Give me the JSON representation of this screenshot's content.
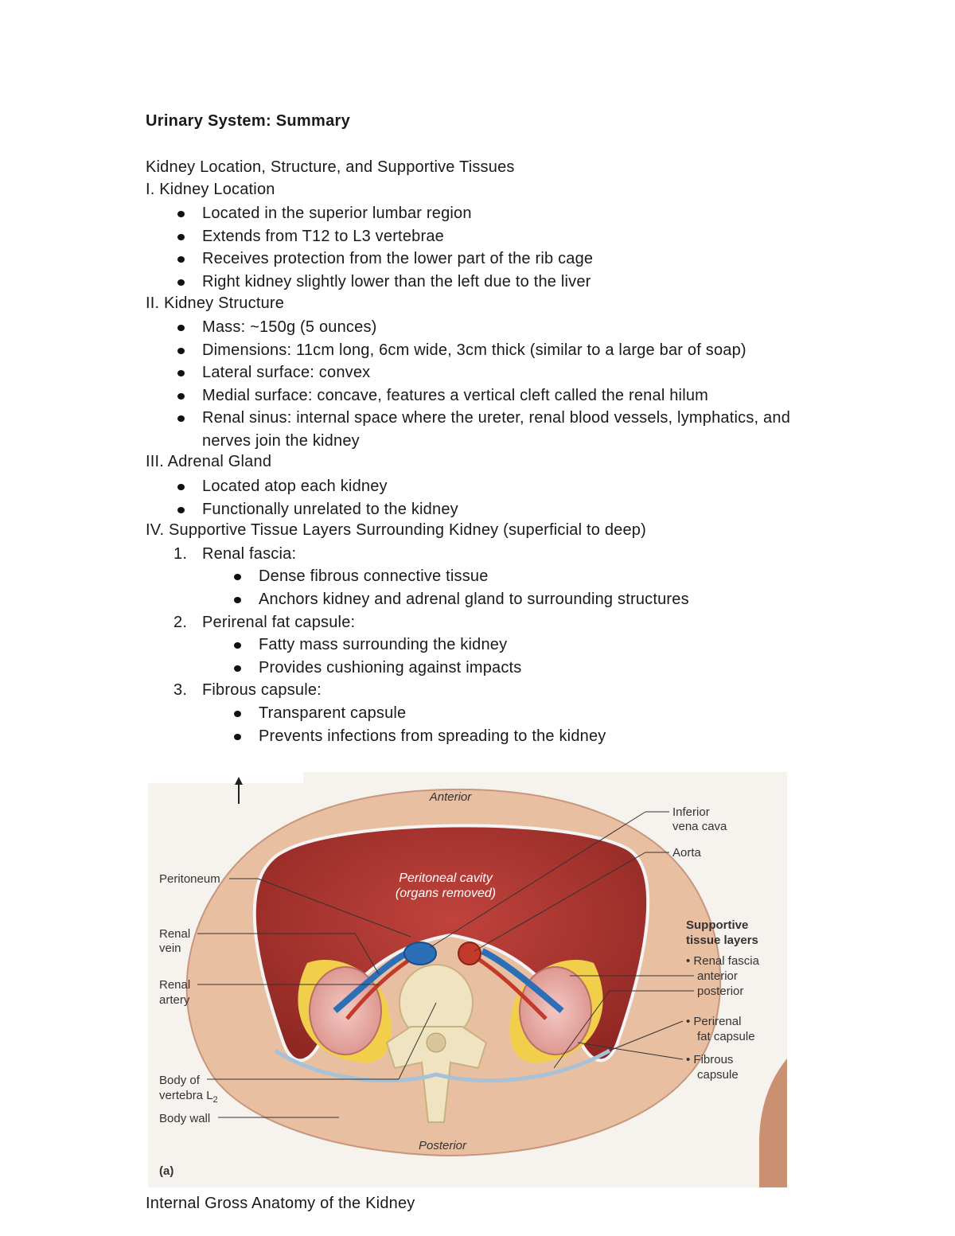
{
  "title": "Urinary System: Summary",
  "section_heading": "Kidney Location, Structure, and Supportive Tissues",
  "sections": [
    {
      "heading": "I. Kidney Location",
      "bullets": [
        "Located in the superior lumbar region",
        "Extends from T12 to L3 vertebrae",
        "Receives protection from the lower part of the rib cage",
        "Right kidney slightly lower than the left due to the liver"
      ]
    },
    {
      "heading": "II. Kidney Structure",
      "bullets": [
        "Mass: ~150g (5 ounces)",
        "Dimensions: 11cm long, 6cm wide, 3cm thick (similar to a large bar of soap)",
        "Lateral surface: convex",
        "Medial surface: concave, features a vertical cleft called the renal hilum",
        "Renal sinus: internal space where the ureter, renal blood vessels, lymphatics, and nerves join the kidney"
      ]
    },
    {
      "heading": "III. Adrenal Gland",
      "bullets": [
        "Located atop each kidney",
        "Functionally unrelated to the kidney"
      ]
    },
    {
      "heading": "IV. Supportive Tissue Layers Surrounding Kidney (superficial to deep)",
      "items": [
        {
          "num": "1.",
          "label": "Renal fascia:",
          "bullets": [
            "Dense fibrous connective tissue",
            "Anchors kidney and adrenal gland to surrounding structures"
          ]
        },
        {
          "num": "2.",
          "label": "Perirenal fat capsule:",
          "bullets": [
            "Fatty mass surrounding the kidney",
            "Provides cushioning against impacts"
          ]
        },
        {
          "num": "3.",
          "label": "Fibrous capsule:",
          "bullets": [
            "Transparent capsule",
            "Prevents infections from spreading to the kidney"
          ]
        }
      ]
    }
  ],
  "figure": {
    "anterior": "Anterior",
    "posterior": "Posterior",
    "cavity_1": "Peritoneal cavity",
    "cavity_2": "(organs removed)",
    "peritoneum": "Peritoneum",
    "renal_vein_1": "Renal",
    "renal_vein_2": "vein",
    "renal_artery_1": "Renal",
    "renal_artery_2": "artery",
    "body_vertebra_1": "Body of",
    "body_vertebra_2": "vertebra L",
    "body_vertebra_sub": "2",
    "body_wall": "Body wall",
    "ivc_1": "Inferior",
    "ivc_2": "vena cava",
    "aorta": "Aorta",
    "support_1": "Supportive",
    "support_2": "tissue layers",
    "renal_fascia": "• Renal fascia",
    "anterior_l": "anterior",
    "posterior_l": "posterior",
    "perirenal_1": "• Perirenal",
    "perirenal_2": "fat capsule",
    "fibrous_1": "• Fibrous",
    "fibrous_2": "capsule",
    "panel": "(a)"
  },
  "caption": "Internal Gross Anatomy of the Kidney"
}
